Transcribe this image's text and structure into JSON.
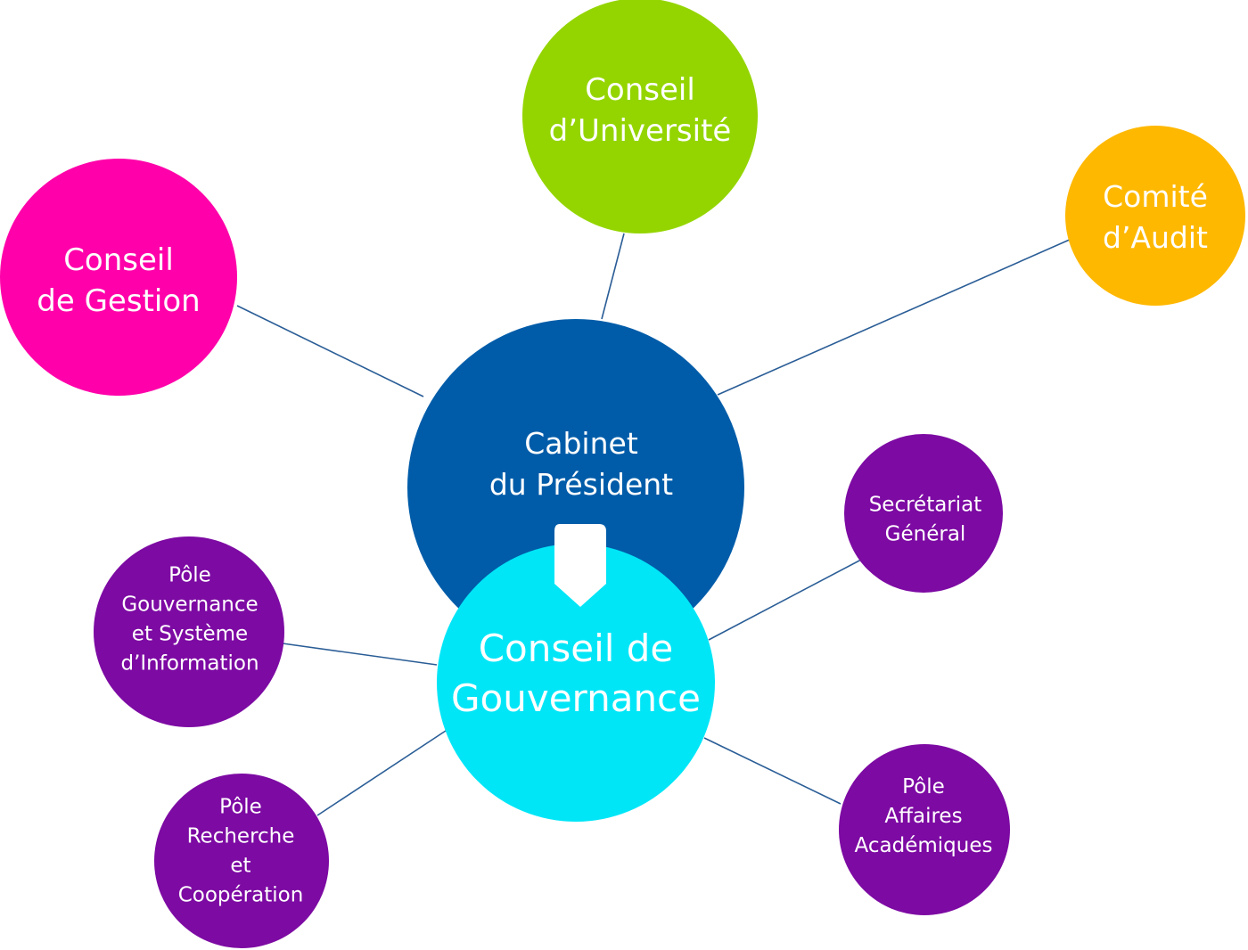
{
  "diagram": {
    "nodes": {
      "cabinet": {
        "lines": [
          "Cabinet",
          "du Président"
        ],
        "color": "#005ca9"
      },
      "gouvernance": {
        "lines": [
          "Conseil de",
          "Gouvernance"
        ],
        "color": "#00e6f7"
      },
      "universite": {
        "lines": [
          "Conseil",
          "d’Université"
        ],
        "color": "#94d500"
      },
      "gestion": {
        "lines": [
          "Conseil",
          "de Gestion"
        ],
        "color": "#ff00aa"
      },
      "audit": {
        "lines": [
          "Comité",
          "d’Audit"
        ],
        "color": "#ffb800"
      },
      "secretariat": {
        "lines": [
          "Secrétariat",
          "Général"
        ],
        "color": "#7d0aa3"
      },
      "pole_gsi": {
        "lines": [
          "Pôle",
          "Gouvernance",
          "et Système",
          "d’Information"
        ],
        "color": "#7d0aa3"
      },
      "pole_rc": {
        "lines": [
          "Pôle",
          "Recherche",
          "et",
          "Coopération"
        ],
        "color": "#7d0aa3"
      },
      "pole_aa": {
        "lines": [
          "Pôle",
          "Affaires",
          "Académiques"
        ],
        "color": "#7d0aa3"
      }
    },
    "arrow_color": "#ffffff",
    "connector_color": "#2a5d96"
  }
}
